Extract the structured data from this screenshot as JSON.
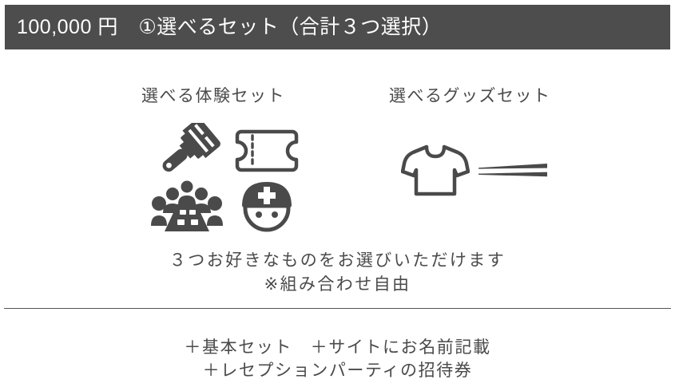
{
  "header": {
    "price": "100,000 円",
    "separator": "　",
    "plan": "①選べるセット（合計３つ選択）",
    "full_title": "100,000 円　①選べるセット（合計３つ選択）",
    "background_color": "#4d4d4d",
    "text_color": "#ffffff"
  },
  "sections": [
    {
      "id": "experience",
      "title": "選べる体験セット",
      "icons": [
        {
          "name": "paint-brush-icon",
          "label": "ペンキ刷毛"
        },
        {
          "name": "ticket-icon",
          "label": "チケット"
        },
        {
          "name": "group-meeting-icon",
          "label": "会議・集会"
        },
        {
          "name": "helmet-face-icon",
          "label": "ヘルメット"
        }
      ]
    },
    {
      "id": "goods",
      "title": "選べるグッズセット",
      "icons": [
        {
          "name": "tshirt-icon",
          "label": "Tシャツ"
        },
        {
          "name": "chopsticks-icon",
          "label": "箸"
        }
      ]
    }
  ],
  "description": {
    "line1": "３つお好きなものをお選びいただけます",
    "line2": "※組み合わせ自由"
  },
  "footer": {
    "line1": "＋基本セット　＋サイトにお名前記載",
    "line2": "＋レセプションパーティの招待券"
  },
  "colors": {
    "icon": "#4a4a4a",
    "text": "#4a4a4a",
    "divider": "#555555",
    "background": "#ffffff"
  }
}
